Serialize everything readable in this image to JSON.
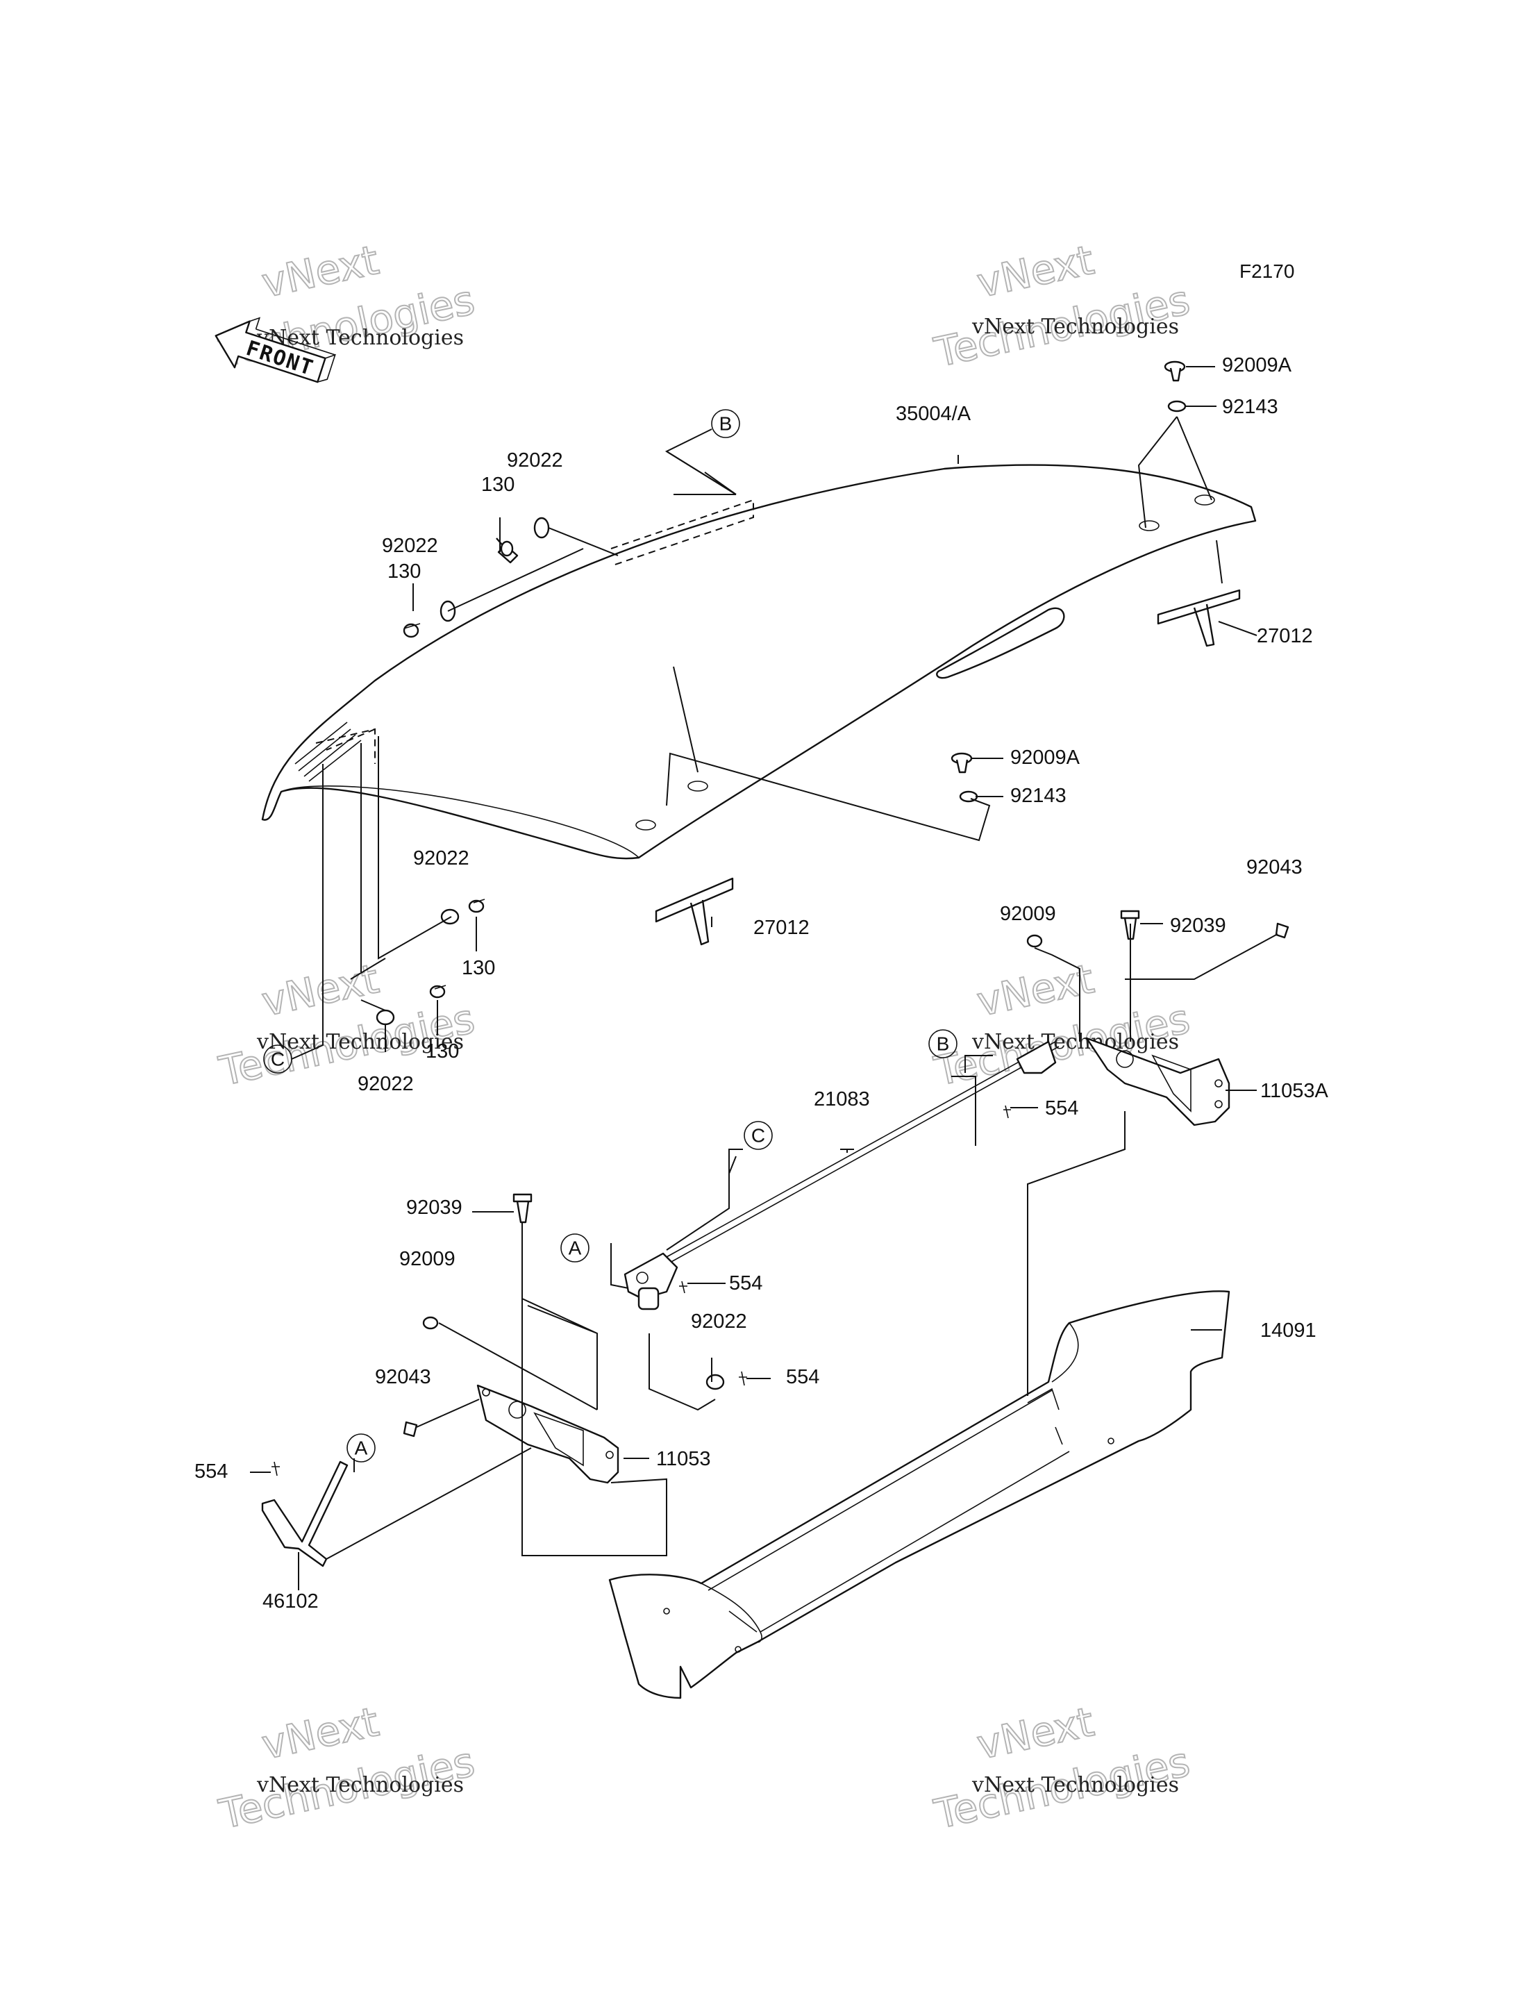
{
  "figure_code": "F2170",
  "front_label": "FRONT",
  "watermark": {
    "line1": "vNext",
    "line2": "vNext Technologies",
    "line3": "Technologies"
  },
  "callouts": [
    "A",
    "B",
    "C"
  ],
  "parts": [
    "35004/A",
    "92009A",
    "92143",
    "27012",
    "92009A",
    "92143",
    "27012",
    "92022",
    "130",
    "92022",
    "130",
    "92022",
    "130",
    "130",
    "92022",
    "92043",
    "92009",
    "92039",
    "11053A",
    "554",
    "21083",
    "92039",
    "92009",
    "554",
    "92022",
    "554",
    "92043",
    "11053",
    "554",
    "46102",
    "14091"
  ]
}
